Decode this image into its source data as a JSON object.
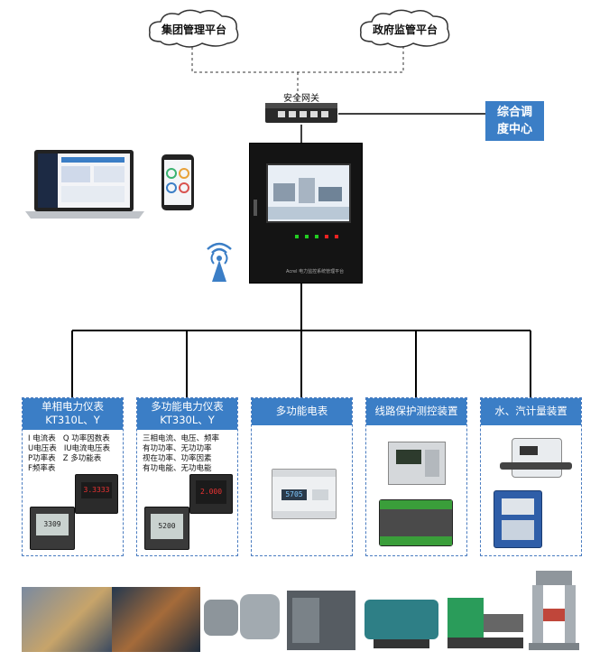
{
  "clouds": {
    "group_platform": "集团管理平台",
    "gov_platform": "政府监管平台"
  },
  "gateway": {
    "label": "安全网关"
  },
  "dispatch_center": {
    "line1": "综合调",
    "line2": "度中心"
  },
  "controller": {
    "caption": "Acrel 电力监控系统管理平台"
  },
  "categories": [
    {
      "title_line1": "单相电力仪表",
      "title_line2": "KT310L、Y",
      "list": "I 电流表   Q 功率因数表\nU电压表   IU电流电压表\nP功率表   Z 多功能表\nF频率表",
      "meter_top_text": "3.3333",
      "meter_bottom_text": "3309"
    },
    {
      "title_line1": "多功能电力仪表",
      "title_line2": "KT330L、Y",
      "list": "三相电流、电压、频率\n有功功率、无功功率\n视在功率、功率因素\n有功电能、无功电能",
      "meter_top_text": "2.000",
      "meter_bottom_text": "5200"
    },
    {
      "title_line1": "多功能电表",
      "title_line2": "",
      "meter_text": "5705"
    },
    {
      "title_line1": "线路保护测控装置",
      "title_line2": ""
    },
    {
      "title_line1": "水、汽计量装置",
      "title_line2": ""
    }
  ],
  "colors": {
    "accent": "#3b7ec6",
    "dashed_border": "#4a7cc0"
  }
}
